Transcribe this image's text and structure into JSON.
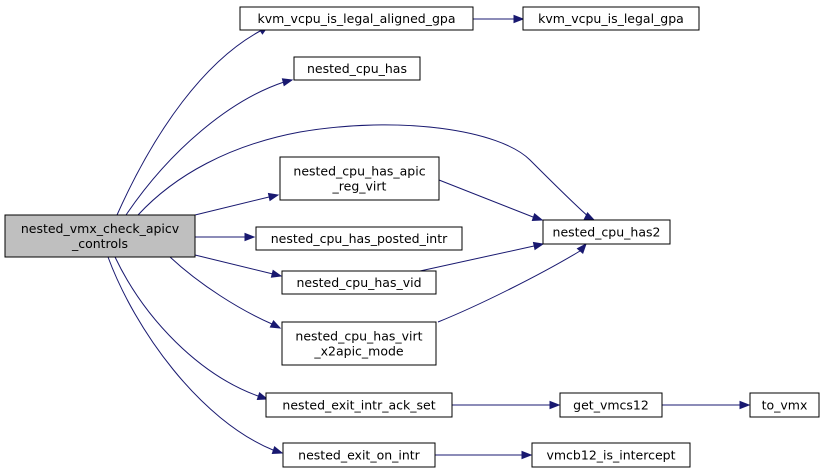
{
  "graph": {
    "nodes": {
      "root": {
        "lines": [
          "nested_vmx_check_apicv",
          "_controls"
        ],
        "fill": "#bfbfbf"
      },
      "kvm_aligned": {
        "lines": [
          "kvm_vcpu_is_legal_aligned_gpa"
        ]
      },
      "kvm_legal": {
        "lines": [
          "kvm_vcpu_is_legal_gpa"
        ]
      },
      "has": {
        "lines": [
          "nested_cpu_has"
        ]
      },
      "has_apic_reg": {
        "lines": [
          "nested_cpu_has_apic",
          "_reg_virt"
        ]
      },
      "has_posted": {
        "lines": [
          "nested_cpu_has_posted_intr"
        ]
      },
      "has_vid": {
        "lines": [
          "nested_cpu_has_vid"
        ]
      },
      "has_x2apic": {
        "lines": [
          "nested_cpu_has_virt",
          "_x2apic_mode"
        ]
      },
      "has2": {
        "lines": [
          "nested_cpu_has2"
        ]
      },
      "exit_ack": {
        "lines": [
          "nested_exit_intr_ack_set"
        ]
      },
      "get_vmcs12": {
        "lines": [
          "get_vmcs12"
        ]
      },
      "to_vmx": {
        "lines": [
          "to_vmx"
        ]
      },
      "exit_on_intr": {
        "lines": [
          "nested_exit_on_intr"
        ]
      },
      "vmcb12": {
        "lines": [
          "vmcb12_is_intercept"
        ]
      }
    },
    "edges": [
      {
        "from": "root",
        "to": "kvm_aligned"
      },
      {
        "from": "kvm_aligned",
        "to": "kvm_legal"
      },
      {
        "from": "root",
        "to": "has"
      },
      {
        "from": "root",
        "to": "has2"
      },
      {
        "from": "root",
        "to": "has_apic_reg"
      },
      {
        "from": "root",
        "to": "has_posted"
      },
      {
        "from": "root",
        "to": "has_vid"
      },
      {
        "from": "root",
        "to": "has_x2apic"
      },
      {
        "from": "root",
        "to": "exit_ack"
      },
      {
        "from": "root",
        "to": "exit_on_intr"
      },
      {
        "from": "has_apic_reg",
        "to": "has2"
      },
      {
        "from": "has_vid",
        "to": "has2"
      },
      {
        "from": "has_x2apic",
        "to": "has2"
      },
      {
        "from": "exit_ack",
        "to": "get_vmcs12"
      },
      {
        "from": "get_vmcs12",
        "to": "to_vmx"
      },
      {
        "from": "exit_on_intr",
        "to": "vmcb12"
      }
    ],
    "colors": {
      "edge": "#191970",
      "node_border": "#000000",
      "root_fill": "#bfbfbf",
      "node_fill": "#ffffff"
    }
  }
}
